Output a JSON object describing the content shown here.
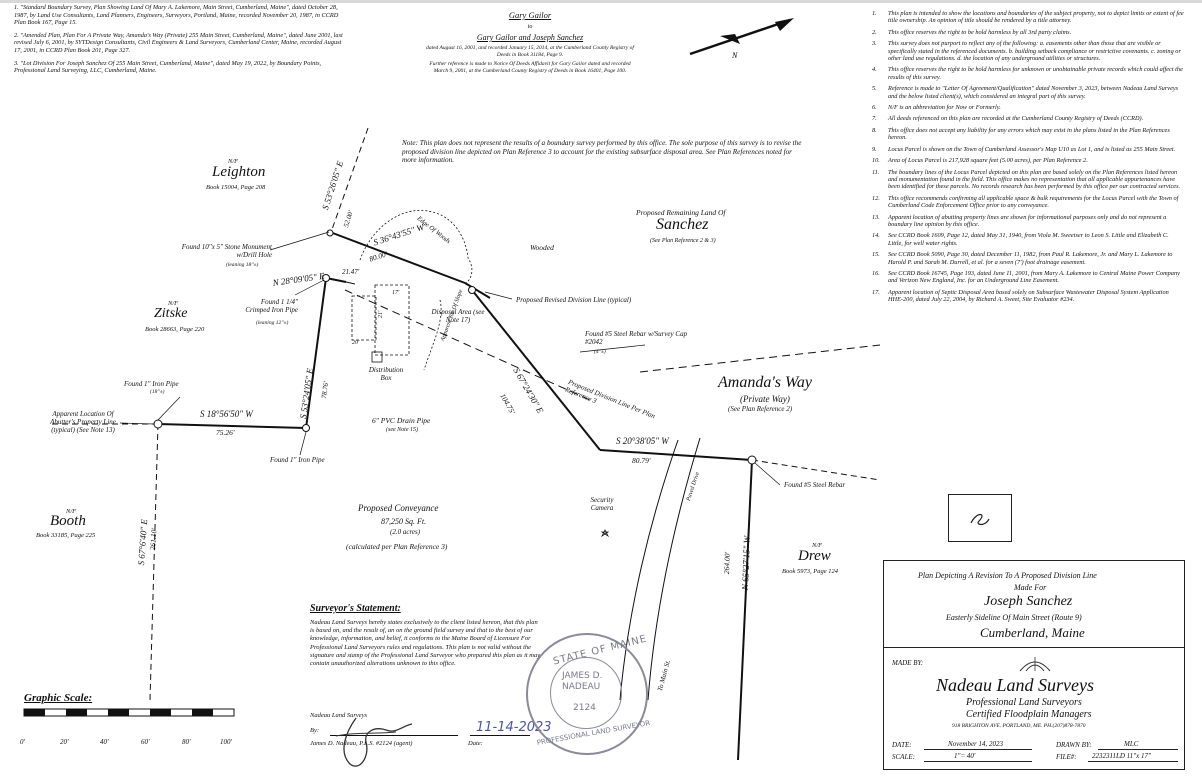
{
  "references": [
    "1. \"Standard Boundary Survey, Plan Showing Land Of Mary A. Lakemore, Main Street, Cumberland, Maine\", dated October 28, 1987, by Land Use Consultants, Land Planners, Engineers, Surveyors, Portland, Maine, recorded November 20, 1987, in CCRD Plan Book 167, Page 15.",
    "2. \"Amended Plan, Plan For A Private Way, Amanda's Way (Private) 255 Main Street, Cumberland, Maine\", dated June 2001, last revised July 6, 2001, by SYTDesign Consultants, Civil Engineers & Land Surveyors, Cumberland Center, Maine, recorded August 17, 2001, in CCRD Plan Book 201, Page 327.",
    "3. \"Lot Division For Joseph Sanchez Of 255 Main Street, Cumberland, Maine\", dated May 19, 2022, by Boundary Points, Professional Land Surveying, LLC, Cumberland, Maine."
  ],
  "grantors": {
    "from": "Gary Gailor",
    "to_word": "to",
    "to": "Gary Gailor and Joseph Sanchez",
    "detail": "dated August 16, 2001, and recorded January 15, 2014, at the Cumberland County Registry of Deeds in Book 31184, Page 9.",
    "further": "Further reference is made to Notice Of Deeds Affidavit for Gary Gailor dated and recorded March 9, 2001, at the Cumberland County Registry of Deeds in Book 16401, Page 100."
  },
  "notes": [
    {
      "num": "1.",
      "text": "This plan is intended to show the locations and boundaries of the subject property, not to depict limits or extent of fee title ownership. An opinion of title should be rendered by a title attorney."
    },
    {
      "num": "2.",
      "text": "This office reserves the right to be hold harmless by all 3rd party claims."
    },
    {
      "num": "3.",
      "text": "This survey does not purport to reflect any of the following: a. easements other than those that are visible or specifically stated in the referenced documents. b. building setback compliance or restrictive covenants. c. zoning or other land use regulations. d. the location of any underground utilities or structures."
    },
    {
      "num": "4.",
      "text": "This office reserves the right to be hold harmless for unknown or unobtainable private records which could affect the results of this survey."
    },
    {
      "num": "5.",
      "text": "Reference is made to \"Letter Of Agreement/Qualification\" dated November 3, 2023, between Nadeau Land Surveys and the below listed client(s), which considered an integral part of this survey."
    },
    {
      "num": "6.",
      "text": "N/F is an abbreviation for Now or Formerly."
    },
    {
      "num": "7.",
      "text": "All deeds referenced on this plan are recorded at the Cumberland County Registry of Deeds (CCRD)."
    },
    {
      "num": "8.",
      "text": "This office does not accept any liability for any errors which may exist in the plans listed in the Plan References hereon."
    },
    {
      "num": "9.",
      "text": "Locus Parcel is shown on the Town of Cumberland Assessor's Map U10 as Lot 1, and is listed as 255 Main Street."
    },
    {
      "num": "10.",
      "text": "Area of Locus Parcel is 217,928 square feet (5.00 acres), per Plan Reference 2."
    },
    {
      "num": "11.",
      "text": "The boundary lines of the Locus Parcel depicted on this plan are based solely on the Plan References listed hereon and monumentation found in the field. This office makes no representation that all applicable appurtenances have been identified for these parcels. No records research has been performed by this office per our contracted services."
    },
    {
      "num": "12.",
      "text": "This office recommends confirming all applicable space & bulk requirements for the Locus Parcel with the Town of Cumberland Code Enforcement Office prior to any conveyance."
    },
    {
      "num": "13.",
      "text": "Apparent location of abutting property lines are shown for informational purposes only and do not represent a boundary line opinion by this office."
    },
    {
      "num": "14.",
      "text": "See CCRD Book 1609, Page 12, dated May 31, 1940, from Viola M. Sweetser to Leon S. Little and Elizabeth C. Little, for well water rights."
    },
    {
      "num": "15.",
      "text": "See CCRD Book 5090, Page 30, dated December 11, 1982, from Paul R. Lakemore, Jr. and Mary L. Lakemore to Harold P. and Sarah M. Durrell, et al. for a seven (7') foot drainage easement."
    },
    {
      "num": "16.",
      "text": "See CCRD Book 16745, Page 193, dated June 11, 2001, from Mary A. Lakemore to Central Maine Power Company and Verizon New England, Inc. for an Underground Line Easement."
    },
    {
      "num": "17.",
      "text": "Apparent location of Septic Disposal Area based solely on Subsurface Wastewater Disposal System Application HHE-200, dated July 22, 2004, by Richard A. Sweet, Site Evaluator #234."
    }
  ],
  "plan_note": "Note: This plan does not represent the results of a boundary survey performed by this office. The sole purpose of this survey is to revise the proposed division line depicted on Plan Reference 3 to account for the existing subsurface disposal area. See Plan References noted for more information.",
  "abutters": {
    "leighton": {
      "nf": "N/F",
      "name": "Leighton",
      "book": "Book 15004, Page 208"
    },
    "zitske": {
      "nf": "N/F",
      "name": "Zitske",
      "book": "Book 28663, Page 220"
    },
    "booth": {
      "nf": "N/F",
      "name": "Booth",
      "book": "Book 33185, Page 225"
    },
    "drew": {
      "nf": "N/F",
      "name": "Drew",
      "book": "Book 5973, Page 124"
    },
    "sanchez": {
      "pre": "Proposed Remaining Land Of",
      "name": "Sanchez",
      "ref": "(See Plan Reference 2 & 3)"
    }
  },
  "labels": {
    "wooded": "Wooded",
    "edge_woods": "Edge Of Woods",
    "stone_monument": "Found 10\"x 5\" Stone Monument w/Drill Hole",
    "stone_leaning": "(leaning 18\"±)",
    "crimped_pipe": "Found 1 1/4\" Crimped Iron Pipe",
    "crimped_leaning": "(leaning 12\"±)",
    "disposal_area": "Disposal Area (see Note 17)",
    "toe_slope": "Apparent Toe Of Slope",
    "distribution_box": "Distribution Box",
    "revised_division": "Proposed Revised Division Line (typical)",
    "steel_rebar_cap": "Found #5 Steel Rebar w/Survey Cap #2042",
    "rebar_up": "(4\"±)",
    "prop_division": "Proposed Division Line Per Plan Reference 3",
    "amandas_way": "Amanda's Way",
    "private_way": "(Private Way)",
    "plan_ref_2": "(See Plan Reference 2)",
    "iron_pipe_top": "Found 1\" Iron Pipe",
    "iron_pipe_top_up": "(18\"±)",
    "iron_pipe_bottom": "Found 1\" Iron Pipe",
    "abutter_line": "Apparent Location Of Abutter's Property Line (typical) (See Note 13)",
    "pvc_pipe": "6\" PVC Drain Pipe",
    "pvc_note": "(see Note 15)",
    "steel_rebar": "Found #5 Steel Rebar",
    "security_camera": "Security Camera",
    "paved_drive": "Paved Drive",
    "to_main": "To Main St.",
    "conveyance_title": "Proposed Conveyance",
    "conveyance_area": "87,250 Sq. Ft.",
    "conveyance_acres": "(2.0 acres)",
    "conveyance_calc": "(calculated per Plan Reference 3)"
  },
  "bearings": {
    "b1": "S 53°26'05\" E",
    "b1_dist": "52.00'",
    "b2": "S 36°43'55\" W",
    "b2_dist": "80.00'",
    "b3": "N 28°09'05\" E",
    "b3_dist": "21.47'",
    "b4": "S 53°24'05\" E",
    "b4_dist": "78.76'",
    "b5": "S 18°56'50\" W",
    "b5_dist": "75.26'",
    "b6": "S 67°24'30\" E",
    "b6_dist": "104.75'",
    "b7": "S 20°38'05\" W",
    "b7_dist": "80.79'",
    "b8": "S 67°6'40\" E",
    "b8_dist": "261.10'",
    "b9": "N 65°27'15\" W",
    "b9_dist": "264.00'",
    "d17": "17'",
    "d21": "21'",
    "d20": "20'"
  },
  "statement": {
    "title": "Surveyor's Statement:",
    "body": "Nadeau Land Surveys hereby states exclusively to the client listed hereon, that this plan is based on, and the result of, an on the ground field survey and that to the best of our knowledge, information, and belief, it conforms to the Maine Board of Licensure For Professional Land Surveyors rules and regulations. This plan is not valid without the signature and stamp of the Professional Land Surveyor who prepared this plan as it may contain unauthorized alterations unknown to this office.",
    "company": "Nadeau Land Surveys",
    "by_label": "By:",
    "signer": "James D. Nadeau, P.L.S. #2124 (agent)",
    "date_label": "Date:",
    "signed_date": "11-14-2023"
  },
  "stamp": {
    "outer": "STATE OF MAINE",
    "name1": "JAMES D.",
    "name2": "NADEAU",
    "number": "2124",
    "bottom": "PROFESSIONAL LAND SURVEYOR"
  },
  "scale": {
    "title": "Graphic Scale:",
    "ticks": [
      "0'",
      "20'",
      "40'",
      "60'",
      "80'",
      "100'"
    ]
  },
  "title_block": {
    "line1": "Plan Depicting A Revision To A Proposed Division Line",
    "line2": "Made For",
    "client": "Joseph Sanchez",
    "location": "Easterly Sideline Of Main Street (Route 9)",
    "town": "Cumberland, Maine",
    "made_by": "MADE BY:",
    "company": "Nadeau Land Surveys",
    "sub1": "Professional Land Surveyors",
    "sub2": "Certified Floodplain Managers",
    "address": "918 BRIGHTON AVE. PORTLAND, ME. PH.(207)878-7870",
    "date_label": "DATE:",
    "date": "November 14, 2023",
    "drawn_label": "DRAWN BY:",
    "drawn": "MLC",
    "scale_label": "SCALE:",
    "scale": "1\"= 40'",
    "file_label": "FILE#:",
    "file": "2232311LD 11\"x 17\""
  },
  "north_arrow": {
    "label": "N"
  }
}
